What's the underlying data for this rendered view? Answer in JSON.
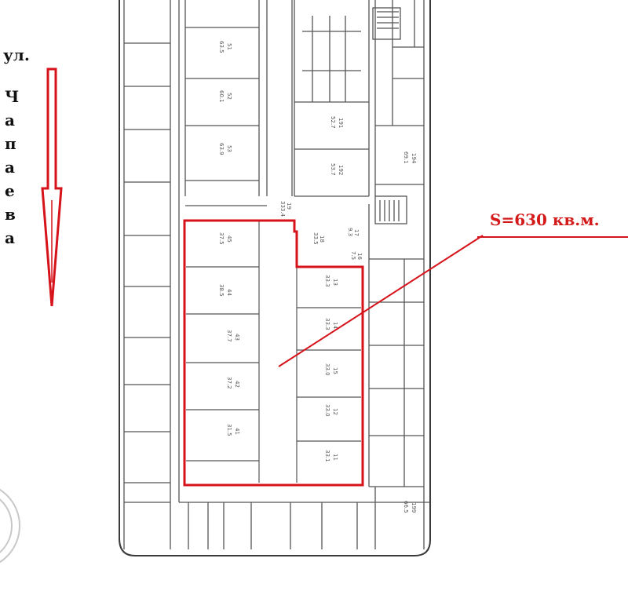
{
  "street": {
    "prefix": "ул.",
    "name_letters": [
      "Ч",
      "а",
      "п",
      "а",
      "е",
      "в",
      "а"
    ]
  },
  "area_label": "S=630 кв.м.",
  "colors": {
    "highlight": "#d6121a",
    "ink": "#3a3a3a",
    "area_text": "#d41a1a"
  },
  "rooms": [
    {
      "id": "44",
      "area": "38.5"
    },
    {
      "id": "43",
      "area": "37.7"
    },
    {
      "id": "42",
      "area": "37.2"
    },
    {
      "id": "41",
      "area": "31.5"
    },
    {
      "id": "45",
      "area": "37.5"
    },
    {
      "id": "13",
      "area": "33.3"
    },
    {
      "id": "14",
      "area": "33.3"
    },
    {
      "id": "15",
      "area": "33.0"
    },
    {
      "id": "12",
      "area": "33.0"
    },
    {
      "id": "11",
      "area": "33.1"
    },
    {
      "id": "18",
      "area": "33.5"
    },
    {
      "id": "17",
      "area": "9.3"
    },
    {
      "id": "16",
      "area": "7.5"
    },
    {
      "id": "51",
      "area": "63.5"
    },
    {
      "id": "52",
      "area": "60.1"
    },
    {
      "id": "53",
      "area": "63.9"
    },
    {
      "id": "191",
      "area": "52.7"
    },
    {
      "id": "192",
      "area": "53.7"
    },
    {
      "id": "194",
      "area": "69.1"
    },
    {
      "id": "199",
      "area": "66.5"
    },
    {
      "id": "19",
      "area": "333.4"
    }
  ]
}
